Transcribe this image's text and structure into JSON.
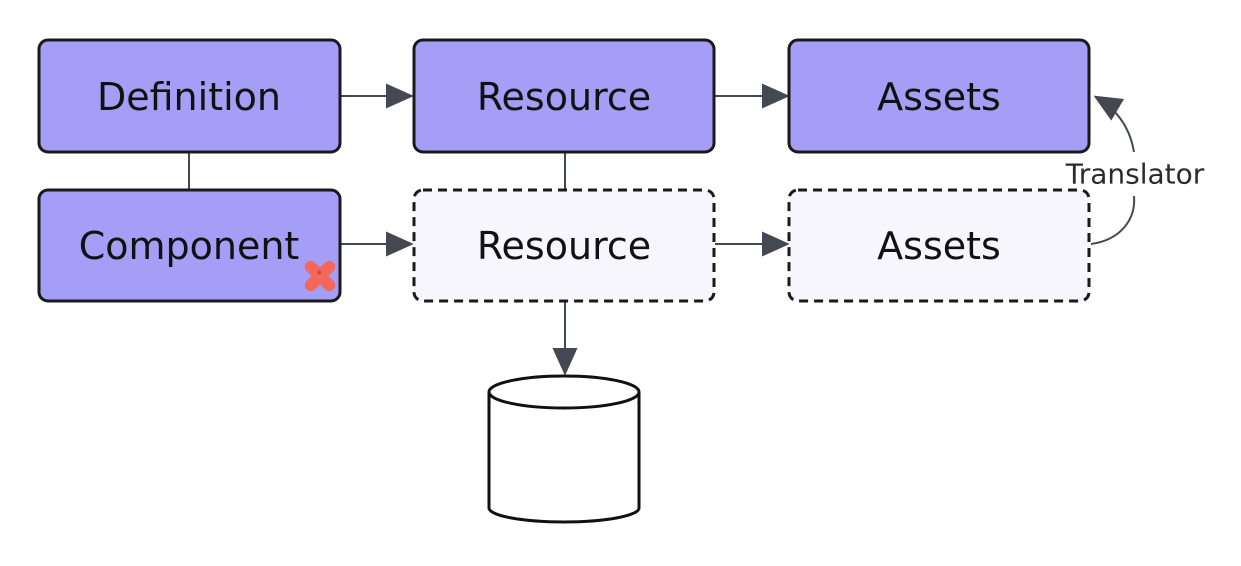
{
  "colors": {
    "solid_fill": "#A59EF6",
    "dashed_fill": "#F6F6FC",
    "stroke": "#1A1A1A",
    "connector": "#444852",
    "badge": "#F4685A",
    "background": "#FFFFFF"
  },
  "nodes": {
    "definition": {
      "label": "Definition",
      "style": "solid"
    },
    "resource_top": {
      "label": "Resource",
      "style": "solid"
    },
    "assets_top": {
      "label": "Assets",
      "style": "solid"
    },
    "component": {
      "label": "Component",
      "style": "solid",
      "badge_icon": "dagster-x-logo-icon"
    },
    "resource_bottom": {
      "label": "Resource",
      "style": "dashed"
    },
    "assets_bottom": {
      "label": "Assets",
      "style": "dashed"
    },
    "database": {
      "label": "",
      "icon": "database-cylinder-icon"
    }
  },
  "edges": {
    "translator": {
      "label": "Translator"
    }
  }
}
